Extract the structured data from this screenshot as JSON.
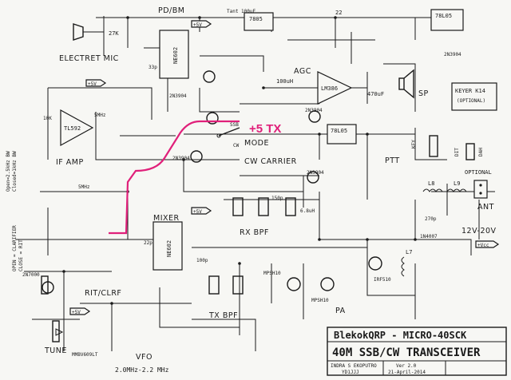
{
  "labels": {
    "pd_bm": "PD/BM",
    "electret_mic": "ELECTRET MIC",
    "agc": "AGC",
    "sp": "SP",
    "keyer": "KEYER K14",
    "keyer_opt": "(OPTIONAL)",
    "if_amp": "IF AMP",
    "mode": "MODE",
    "plus5tx": "+5 TX",
    "cw_carrier": "CW CARRIER",
    "ptt": "PTT",
    "optional": "OPTIONAL",
    "mixer": "MIXER",
    "rx_bpf": "RX BPF",
    "ant": "ANT",
    "supply": "12V-20V",
    "rit": "RIT/CLRF",
    "tune": "TUNE",
    "pa": "PA",
    "tx_bpf": "TX BPF",
    "vfo": "VFO",
    "vfo_range": "2.0MHz-2.2 MHz",
    "clarifier": "OPEN = CLARIFIER",
    "close_rit": "CLOSE = RIT",
    "open_3k": "Open=2.5kHz BW",
    "closed_1k": "Closed=1kHz BW",
    "vcc": "+Vcc"
  },
  "parts": {
    "ne602": "NE602",
    "ne602b": "NE602",
    "lm386": "LM386",
    "tl592": "TL592",
    "reg7805a": "7805",
    "reg7805b": "78L05",
    "reg7805c": "78L05",
    "q2n3904a": "2N3904",
    "q2n3904b": "2N3904",
    "q2n3904c": "2N3904",
    "q2n3904d": "2N3904",
    "q2n3904e": "2N3904",
    "q2n7000": "2N7000",
    "mpsh10a": "MPSH10",
    "mpsh10b": "MPSH10",
    "irf510": "IRF510",
    "mmbv": "MMBV609LT",
    "in4007": "1N4007",
    "p5v1": "+5V",
    "p5v2": "+5V",
    "p5v3": "+5V",
    "p5v4": "+5V",
    "x5mhz": "5MHz",
    "x5mhz2": "5MHz",
    "tant": "Tant 100uF",
    "r27k": "27K",
    "r22": "22",
    "r10k": "10K",
    "c470u": "470uF",
    "c100u": "100uH",
    "l68u": "6.8uH",
    "c33p": "33p",
    "c22p": "22p",
    "c150p": "150p",
    "c270p": "270p",
    "c100p": "100p",
    "l8": "L8",
    "l9": "L9",
    "l7": "L7",
    "ssb": "SSB",
    "cw": "CW",
    "key": "KEY",
    "dit": "DIT",
    "dah": "DAH"
  },
  "title_block": {
    "line1": "BlekokQRP - MICRO-40SCK",
    "line2": "40M SSB/CW TRANSCEIVER",
    "author": "INDRA S EKOPUTRO",
    "callsign": "YD1JJJ",
    "version": "Ver 2.0",
    "date": "21-April-2014"
  }
}
